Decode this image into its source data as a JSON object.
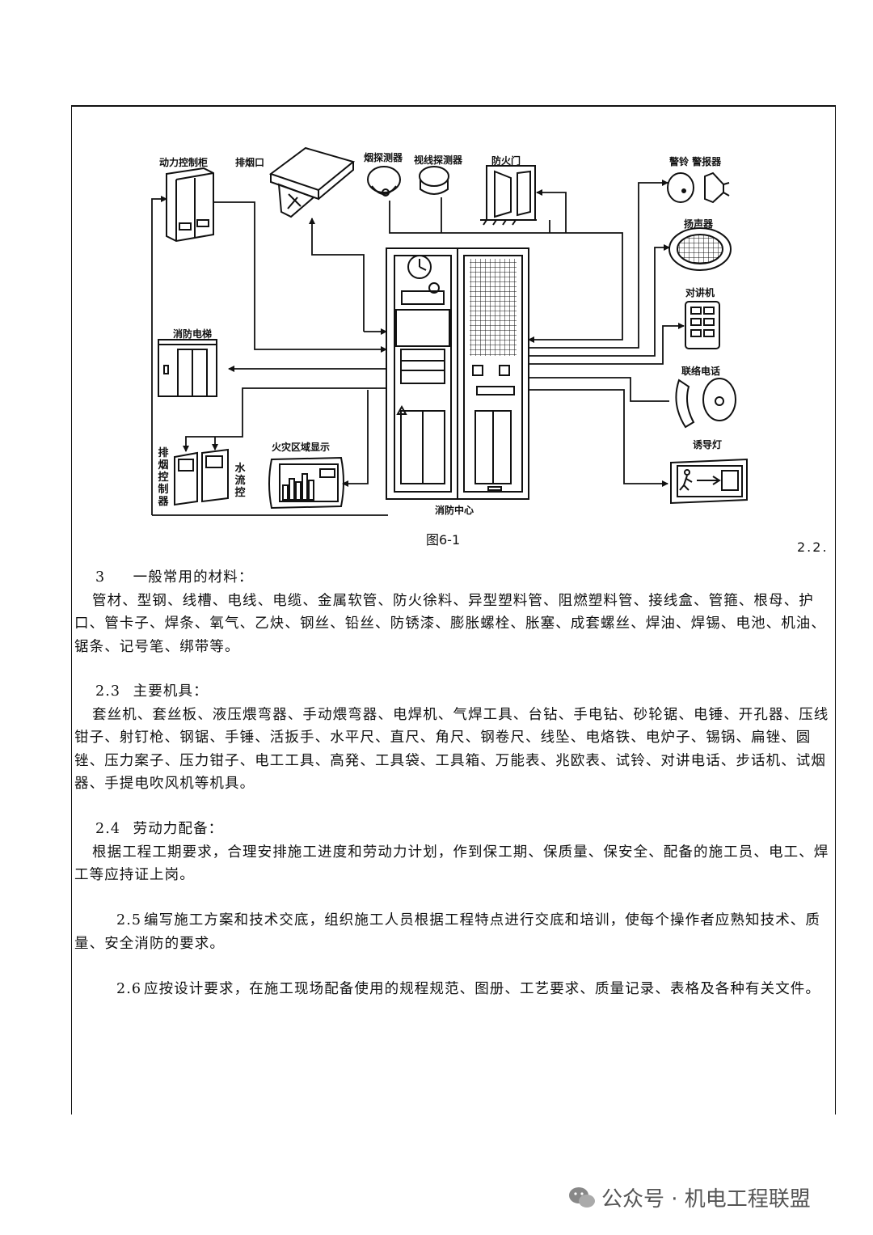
{
  "diagram": {
    "labels": {
      "power_cabinet": "动力控制柜",
      "smoke_vent": "排烟口",
      "smoke_detector": "烟探测器",
      "visual_detector": "视线探测器",
      "fire_door": "防火门",
      "bell_alarm": "警铃 警报器",
      "speaker": "扬声器",
      "intercom": "对讲机",
      "phone": "联络电话",
      "guide_light": "诱导灯",
      "fire_elevator": "消防电梯",
      "smoke_controller": "排烟控制器",
      "water_control": "水流控",
      "fire_zone_display": "火灾区域显示",
      "fire_center": "消防中心"
    },
    "caption": "图6-1"
  },
  "page_ref": "2.2.",
  "sections": [
    {
      "num": "3",
      "title": "一般常用的材料：",
      "body": "管材、型钢、线槽、电线、电缆、金属软管、防火徐料、异型塑料管、阻燃塑料管、接线盒、管箍、根母、护口、管卡子、焊条、氧气、乙炔、钢丝、铅丝、防锈漆、膨胀螺栓、胀塞、成套螺丝、焊油、焊锡、电池、机油、锯条、记号笔、绑带等。"
    },
    {
      "num": "2.3",
      "title": "主要机具：",
      "body": "套丝机、套丝板、液压煨弯器、手动煨弯器、电焊机、气焊工具、台钻、手电钻、砂轮锯、电锤、开孔器、压线钳子、射钉枪、钢锯、手锤、活扳手、水平尺、直尺、角尺、钢卷尺、线坠、电烙铁、电炉子、锡锅、扁锉、圆锉、压力案子、压力钳子、电工工具、高発、工具袋、工具箱、万能表、兆欧表、试铃、对讲电话、步话机、试烟器、手提电吹风机等机具。"
    },
    {
      "num": "2.4",
      "title": "劳动力配备：",
      "body": "根据工程工期要求，合理安排施工进度和劳动力计划，作到保工期、保质量、保安全、配备的施工员、电工、焊工等应持证上岗。"
    },
    {
      "num": "2.5",
      "title": "",
      "body": "编写施工方案和技术交底，组织施工人员根据工程特点进行交底和培训，使每个操作者应熟知技术、质量、安全消防的要求。"
    },
    {
      "num": "2.6",
      "title": "",
      "body": "应按设计要求，在施工现场配备使用的规程规范、图册、工艺要求、质量记录、表格及各种有关文件。"
    }
  ],
  "watermark": "公众号 · 机电工程联盟"
}
